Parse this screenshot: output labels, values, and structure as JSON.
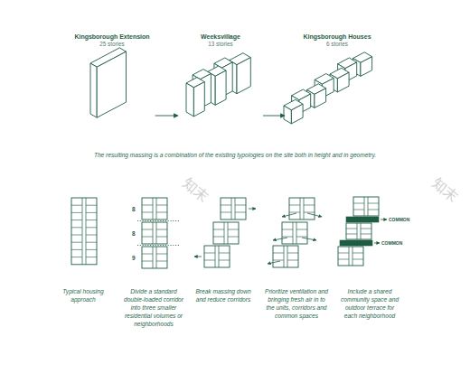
{
  "diagram": {
    "caption": "The resulting massing is a combination of the existing typologies on the site both in height and in geometry.",
    "nodes": [
      {
        "text": [
          "Kingsborough Extension",
          "25 stories"
        ]
      },
      {
        "text": [
          "Weeksvillage",
          "13 stories"
        ]
      },
      {
        "text": [
          "Kingsborough Houses",
          "6 stories"
        ]
      },
      {
        "text": [
          "Typical housing approach"
        ]
      },
      {
        "text": [
          "Divide a standard double-loaded corridor into three smaller residential volumes or neighborhoods"
        ]
      },
      {
        "text": [
          "Break massing down and reduce corridors"
        ]
      },
      {
        "text": [
          "Prioritize ventilation and bringing fresh air in to the units, corridors and common spaces"
        ]
      },
      {
        "text": [
          "Include a shared community space and outdoor terrace for each neighborhood"
        ]
      }
    ],
    "edges": [
      {
        "from": 0,
        "to": 1,
        "arrow": "to"
      },
      {
        "from": 1,
        "to": 2,
        "arrow": "to"
      }
    ],
    "labels": [
      "8",
      "8",
      "9",
      "COMMON",
      "COMMON",
      "知末",
      "知末"
    ]
  }
}
